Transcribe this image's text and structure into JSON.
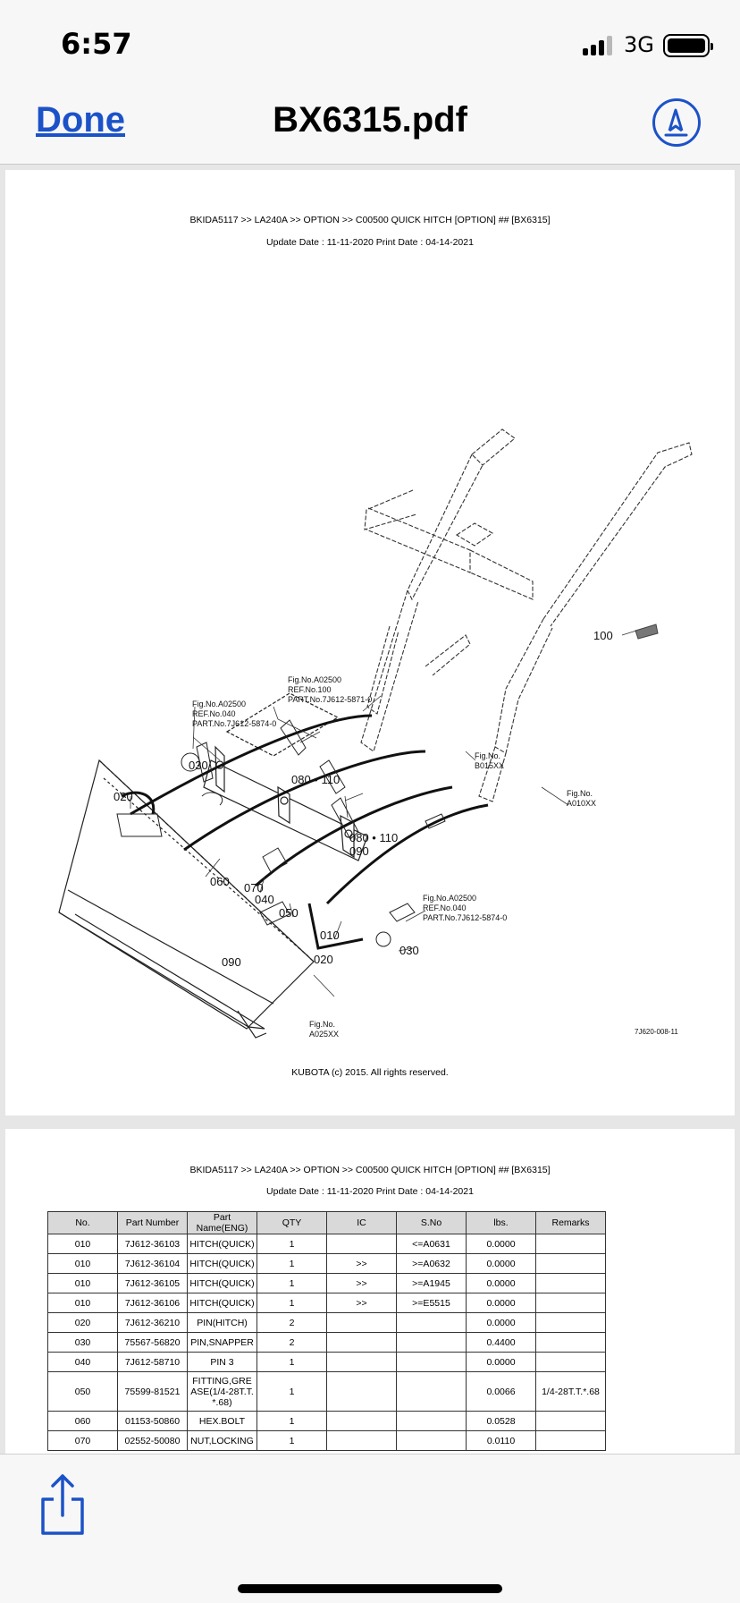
{
  "status_bar": {
    "time": "6:57",
    "network": "3G"
  },
  "nav": {
    "done_label": "Done",
    "title": "BX6315.pdf",
    "markup_icon": "markup-pen-icon"
  },
  "page1": {
    "breadcrumb": "BKIDA5117 >> LA240A >> OPTION >> C00500   QUICK HITCH [OPTION] ## [BX6315]",
    "dates": "Update Date : 11-11-2020   Print Date : 04-14-2021",
    "copyright": "KUBOTA (c) 2015. All rights reserved.",
    "diagram": {
      "ref_top_left": {
        "line1": "Fig.No.A02500",
        "line2": "REF.No.040",
        "line3": "PART.No.7J612-5874-0"
      },
      "ref_top_center": {
        "line1": "Fig.No.A02500",
        "line2": "REF.No.100",
        "line3": "PART.No.7J612-5871-0"
      },
      "ref_mid_right": {
        "line1": "Fig.No.A02500",
        "line2": "REF.No.040",
        "line3": "PART.No.7J612-5874-0"
      },
      "fig_b015": {
        "line1": "Fig.No.",
        "line2": "B015XX"
      },
      "fig_a010": {
        "line1": "Fig.No.",
        "line2": "A010XX"
      },
      "fig_a025": {
        "line1": "Fig.No.",
        "line2": "A025XX"
      },
      "callouts": {
        "c100": "100",
        "c030_top": "030",
        "c020_left": "020",
        "c080_110_top": "080 • 110",
        "c080_110_mid": "080 • 110",
        "c090_mid": "090",
        "c060": "060",
        "c070": "070",
        "c040": "040",
        "c050": "050",
        "c010": "010",
        "c090_bottom": "090",
        "c020_bottom": "020",
        "c030_right": "030"
      },
      "drawing_code": "7J620-008-11"
    }
  },
  "page2": {
    "breadcrumb": "BKIDA5117 >> LA240A >> OPTION >> C00500   QUICK HITCH [OPTION] ## [BX6315]",
    "dates": "Update Date : 11-11-2020   Print Date : 04-14-2021",
    "columns": [
      "No.",
      "Part Number",
      "Part Name(ENG)",
      "QTY",
      "IC",
      "S.No",
      "lbs.",
      "Remarks"
    ],
    "rows": [
      [
        "010",
        "7J612-36103",
        "HITCH(QUICK)",
        "1",
        "",
        "<=A0631",
        "0.0000",
        ""
      ],
      [
        "010",
        "7J612-36104",
        "HITCH(QUICK)",
        "1",
        ">>",
        ">=A0632",
        "0.0000",
        ""
      ],
      [
        "010",
        "7J612-36105",
        "HITCH(QUICK)",
        "1",
        ">>",
        ">=A1945",
        "0.0000",
        ""
      ],
      [
        "010",
        "7J612-36106",
        "HITCH(QUICK)",
        "1",
        ">>",
        ">=E5515",
        "0.0000",
        ""
      ],
      [
        "020",
        "7J612-36210",
        "PIN(HITCH)",
        "2",
        "",
        "",
        "0.0000",
        ""
      ],
      [
        "030",
        "75567-56820",
        "PIN,SNAPPER",
        "2",
        "",
        "",
        "0.4400",
        ""
      ],
      [
        "040",
        "7J612-58710",
        "PIN 3",
        "1",
        "",
        "",
        "0.0000",
        ""
      ],
      [
        "050",
        "75599-81521",
        "FITTING,GREASE(1/4-28T.T.*.68)",
        "1",
        "",
        "",
        "0.0066",
        "1/4-28T.T.*.68"
      ],
      [
        "060",
        "01153-50860",
        "HEX.BOLT",
        "1",
        "",
        "",
        "0.0528",
        ""
      ],
      [
        "070",
        "02552-50080",
        "NUT,LOCKING",
        "1",
        "",
        "",
        "0.0110",
        ""
      ]
    ]
  },
  "toolbar": {
    "share_icon": "share-icon"
  }
}
